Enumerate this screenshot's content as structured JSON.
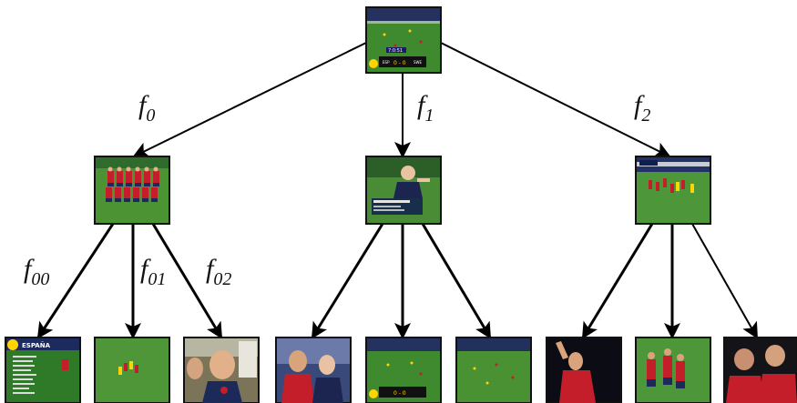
{
  "edge_labels": {
    "f0": {
      "base": "f",
      "sub": "0"
    },
    "f1": {
      "base": "f",
      "sub": "1"
    },
    "f2": {
      "base": "f",
      "sub": "2"
    },
    "f00": {
      "base": "f",
      "sub": "00"
    },
    "f01": {
      "base": "f",
      "sub": "01"
    },
    "f02": {
      "base": "f",
      "sub": "02"
    }
  },
  "thumbnail_text": {
    "root_timer": "7:0:51",
    "root_score": "0 - 0",
    "root_team_left": "ESP",
    "root_team_right": "SWE",
    "leaf_lineup_title": "ESPAÑA",
    "leaf_score": "0 - 0"
  },
  "tree": {
    "root": "match-broadcast",
    "children": [
      {
        "edge": "f0",
        "node": "team-photo",
        "children": [
          "lineup-graphic",
          "players-on-pitch",
          "coach-closeup"
        ]
      },
      {
        "edge": "f1",
        "node": "referee-caption",
        "children": [
          "player-and-referee",
          "broadcast-wide",
          "pitch-wide"
        ]
      },
      {
        "edge": "f2",
        "node": "free-kick-wall",
        "children": [
          "player-celebrating",
          "team-celebration",
          "players-closeup"
        ]
      }
    ]
  },
  "colors": {
    "pitch": "#3f8a2e",
    "spain_red": "#c41e2a",
    "frame_border": "#111111",
    "stands": "#25315e",
    "edge_stroke": "#000000"
  }
}
